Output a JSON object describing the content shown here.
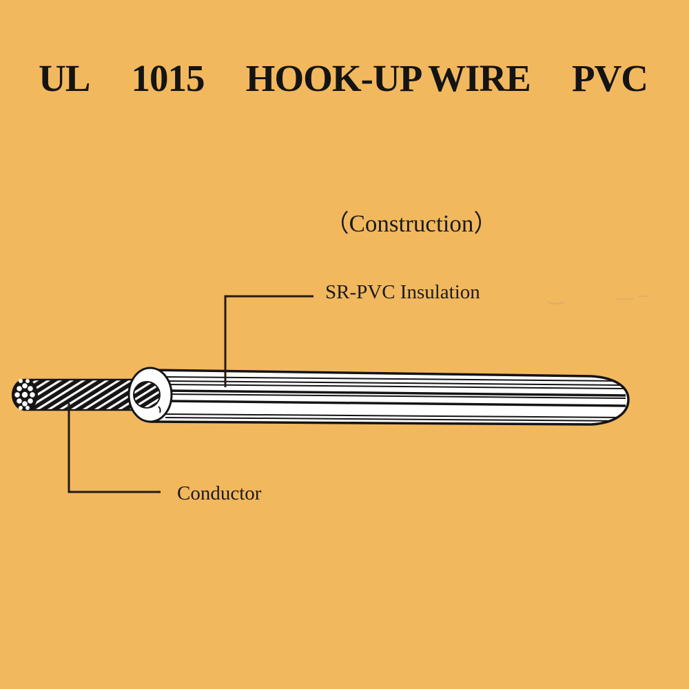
{
  "title": {
    "words": [
      "UL",
      "1015",
      "HOOK-UP WIRE",
      "PVC"
    ]
  },
  "diagram": {
    "heading": "（Construction）",
    "insulation_label": "SR-PVC Insulation",
    "conductor_label": "Conductor"
  },
  "colors": {
    "background": "#F2B85E",
    "ink": "#151515",
    "leader_line": "#241A10",
    "insulation_fill": "#FFFFFF",
    "conductor_fill": "#141414"
  }
}
